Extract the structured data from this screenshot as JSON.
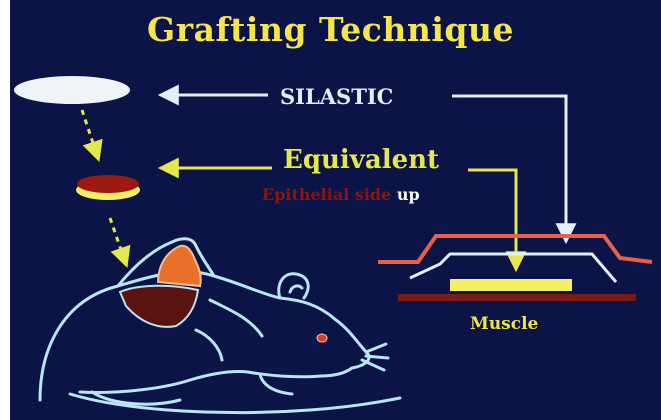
{
  "slide": {
    "title": "Grafting Technique",
    "silastic_label": "SILASTIC",
    "equivalent_label": "Equivalent",
    "epithelial_label": "Epithelial side",
    "up_label": "up",
    "muscle_label": "Muscle"
  },
  "colors": {
    "background": "#0c1346",
    "title": "#f4e64a",
    "silastic": "#e4eef6",
    "equivalent": "#e4e74e",
    "epithelial": "#8a1612",
    "mouse_outline": "#b8e6f2",
    "silastic_outer": "#e8604a",
    "silastic_inner": "#e4eef6",
    "graft": "#f2ef62",
    "graft_red": "#9c1a10",
    "muscle_band": "#7a1a14",
    "graft_orange": "#e8702a"
  }
}
